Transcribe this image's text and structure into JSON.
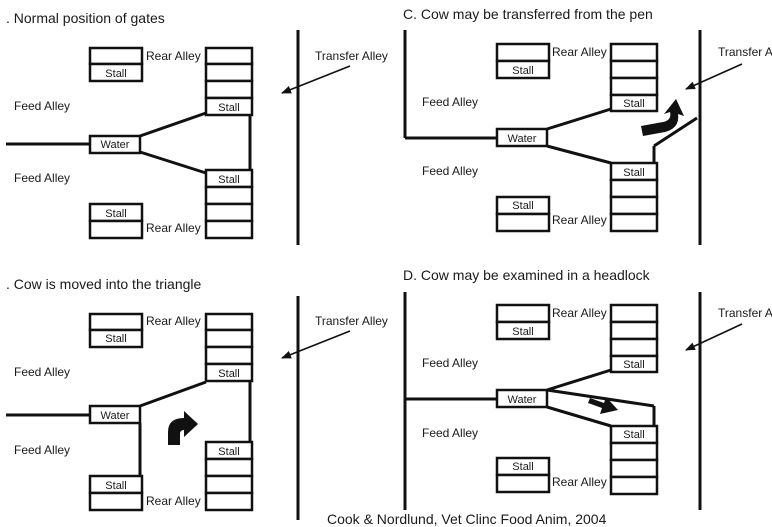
{
  "caption": "Cook & Nordlund, Vet Clinc Food Anim, 2004",
  "panels": {
    "a": {
      "title": ". Normal position of gates",
      "feed_alley_top": "Feed Alley",
      "feed_alley_bottom": "Feed Alley",
      "transfer_alley": "Transfer Alley",
      "rear_alley_top": "Rear Alley",
      "rear_alley_bottom": "Rear Alley",
      "water": "Water",
      "stall_top_left": "Stall",
      "stall_bottom_left": "Stall",
      "stall_upper_right": "Stall",
      "stall_lower_right": "Stall"
    },
    "b": {
      "title": ". Cow is moved into the triangle",
      "feed_alley_top": "Feed Alley",
      "feed_alley_bottom": "Feed Alley",
      "transfer_alley": "Transfer Alley",
      "rear_alley_top": "Rear Alley",
      "rear_alley_bottom": "Rear Alley",
      "water": "Water",
      "stall_top_left": "Stall",
      "stall_bottom_left": "Stall",
      "stall_upper_right": "Stall",
      "stall_lower_right": "Stall"
    },
    "c": {
      "title": "C. Cow may be transferred from the pen",
      "feed_alley_top": "Feed Alley",
      "feed_alley_bottom": "Feed Alley",
      "transfer_alley": "Transfer A",
      "rear_alley_top": "Rear Alley",
      "rear_alley_bottom": "Rear Alley",
      "water": "Water",
      "stall_top_left": "Stall",
      "stall_bottom_left": "Stall",
      "stall_upper_right": "Stall",
      "stall_lower_right": "Stall"
    },
    "d": {
      "title": "D. Cow may be examined in a headlock",
      "feed_alley_top": "Feed Alley",
      "feed_alley_bottom": "Feed Alley",
      "transfer_alley": "Transfer A",
      "rear_alley_top": "Rear Alley",
      "rear_alley_bottom": "Rear Alley",
      "water": "Water",
      "stall_top_left": "Stall",
      "stall_bottom_left": "Stall",
      "stall_upper_right": "Stall",
      "stall_lower_right": "Stall"
    }
  }
}
